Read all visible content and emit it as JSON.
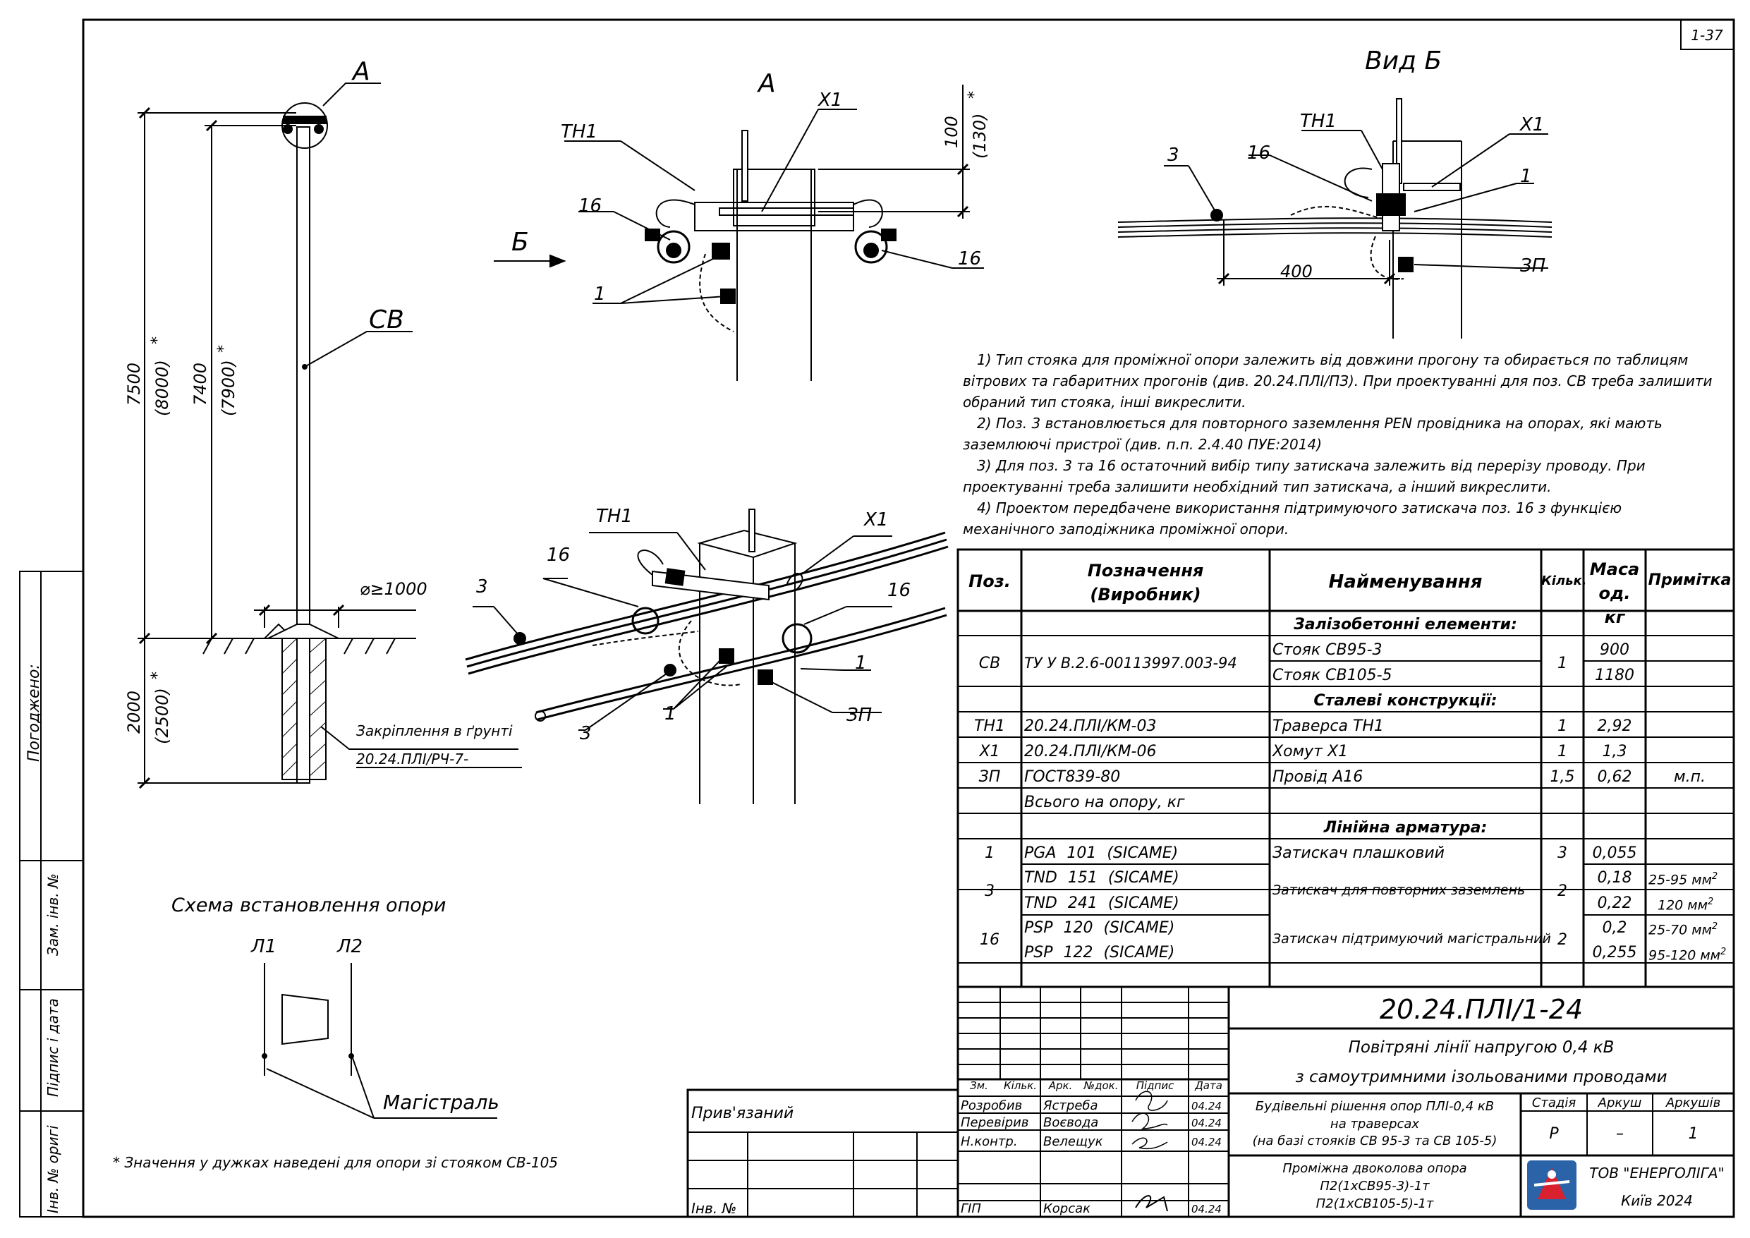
{
  "sheet_no": "1-37",
  "left_stamp": {
    "agreed": "Погоджено:",
    "replaced_inv": "Зам. інв. №",
    "sign_date": "Підпис і дата",
    "orig_inv": "Інв. № оригі"
  },
  "pole": {
    "label_a": "А",
    "label_sv": "СВ",
    "dim_7500": "7500",
    "dim_8000": "(8000)",
    "star": "*",
    "dim_7400": "7400",
    "dim_7900": "(7900)",
    "dim_2000": "2000",
    "dim_2500": "(2500)",
    "diameter": "⌀≥1000",
    "soil_fixing": "Закріплення в ґрунті",
    "soil_doc": "20.24.ПЛІ/РЧ-7-"
  },
  "view_a": {
    "title": "А",
    "th1": "ТН1",
    "x1": "Х1",
    "p16a": "16",
    "p16b": "16",
    "p1": "1",
    "arrow_b": "Б",
    "dim_100": "100",
    "dim_130": "(130)",
    "star": "*"
  },
  "view_b": {
    "title": "Вид Б",
    "th1": "ТН1",
    "x1": "Х1",
    "p3": "3",
    "p16": "16",
    "p1": "1",
    "zp": "ЗП",
    "dim_400": "400"
  },
  "iso": {
    "th1": "ТН1",
    "x1": "Х1",
    "p16a": "16",
    "p16b": "16",
    "p3a": "3",
    "p3b": "3",
    "p1a": "1",
    "p1b": "1",
    "zp": "ЗП"
  },
  "scheme": {
    "title": "Схема встановлення опори",
    "l1": "Л1",
    "l2": "Л2",
    "main": "Магістраль"
  },
  "footnote": "* Значення у дужках наведені для опори зі стояком СВ-105",
  "notes": [
    "1) Тип стояка для проміжної опори залежить від довжини прогону та обирається по таблицям вітрових та габаритних прогонів (див. 20.24.ПЛІ/ПЗ). При проектуванні для поз. СВ треба залишити обраний тип стояка, інші викреслити.",
    "2) Поз. 3 встановлюється для повторного заземлення PEN провідника на опорах, які мають заземлюючі пристрої (див. п.п. 2.4.40 ПУЕ:2014)",
    "3) Для поз. 3 та 16 остаточний вибір типу затискача залежить від перерізу проводу. При проектуванні треба залишити необхідний тип затискача, а інший викреслити.",
    "4) Проектом передбачене використання підтримуючого затискача поз. 16 з функцією механічного заподіжника проміжної опори."
  ],
  "table": {
    "headers": [
      "Поз.",
      "Позначення (Виробник)",
      "Найменування",
      "Кільк.",
      "Маса од. кг",
      "Примітка"
    ],
    "sections": {
      "rc": "Залізобетонні елементи:",
      "steel": "Сталеві конструкції:",
      "line": "Лінійна арматура:"
    },
    "rows": {
      "sv_pos": "СВ",
      "sv_des": "ТУ У В.2.6-00113997.003-94",
      "sv_name1": "Стояк СВ95-3",
      "sv_name2": "Стояк СВ105-5",
      "sv_qty": "1",
      "sv_mass1": "900",
      "sv_mass2": "1180",
      "th1_pos": "ТН1",
      "th1_des": "20.24.ПЛІ/КМ-03",
      "th1_name": "Траверса ТН1",
      "th1_qty": "1",
      "th1_mass": "2,92",
      "x1_pos": "Х1",
      "x1_des": "20.24.ПЛІ/КМ-06",
      "x1_name": "Хомут Х1",
      "x1_qty": "1",
      "x1_mass": "1,3",
      "zp_pos": "ЗП",
      "zp_des": "ГОСТ839-80",
      "zp_name": "Провід А16",
      "zp_qty": "1,5",
      "zp_mass": "0,62",
      "zp_note": "м.п.",
      "total": "Всього на опору, кг",
      "p1_pos": "1",
      "p1_des": "PGA 101 (SICAME)",
      "p1_name": "Затискач плашковий",
      "p1_qty": "3",
      "p1_mass": "0,055",
      "p3_pos": "3",
      "p3_des1": "TND 151 (SICAME)",
      "p3_des2": "TND 241 (SICAME)",
      "p3_name": "Затискач для повторних заземлень",
      "p3_qty": "2",
      "p3_mass1": "0,18",
      "p3_mass2": "0,22",
      "p3_note1": "25-95 мм",
      "p3_note2": "120 мм",
      "p16_pos": "16",
      "p16_des1": "PSP 120 (SICAME)",
      "p16_des2": "PSP 122 (SICAME)",
      "p16_name": "Затискач підтримуючий магістральний",
      "p16_qty": "2",
      "p16_mass1": "0,2",
      "p16_mass2": "0,255",
      "p16_note1": "25-70 мм",
      "p16_note2": "95-120 мм",
      "sup": "2"
    }
  },
  "title_block": {
    "code": "20.24.ПЛІ/1-24",
    "title1": "Повітряні лінії напругою 0,4 кВ",
    "title2": "з самоутримними ізольованими проводами",
    "section1": "Будівельні рішення опор ПЛІ-0,4 кВ",
    "section2": "на траверсах",
    "section3": "(на базі стояків СВ 95-3 та СВ 105-5)",
    "drawing1": "Проміжна двоколова опора",
    "drawing2": "П2(1хСВ95-3)-1т",
    "drawing3": "П2(1хСВ105-5)-1т",
    "stage_h": "Стадія",
    "sheet_h": "Аркуш",
    "sheets_h": "Аркушів",
    "stage": "Р",
    "sheet": "–",
    "sheets": "1",
    "company": "ТОВ \"ЕНЕРГОЛІГА\"",
    "city": "Київ 2024",
    "bound": "Прив'язаний",
    "inv": "Інв. №",
    "cols": [
      "Зм.",
      "Кільк.",
      "Арк.",
      "№док.",
      "Підпис",
      "Дата"
    ],
    "people": [
      {
        "role": "Розробив",
        "name": "Ястреба",
        "date": "04.24"
      },
      {
        "role": "Перевірив",
        "name": "Воєвода",
        "date": "04.24"
      },
      {
        "role": "Н.контр.",
        "name": "Велещук",
        "date": "04.24"
      },
      {
        "role": "ГІП",
        "name": "Корсак",
        "date": "04.24"
      }
    ]
  },
  "colors": {
    "ink": "#000000",
    "logo_blue": "#2b63a8",
    "logo_red": "#d8202f"
  }
}
